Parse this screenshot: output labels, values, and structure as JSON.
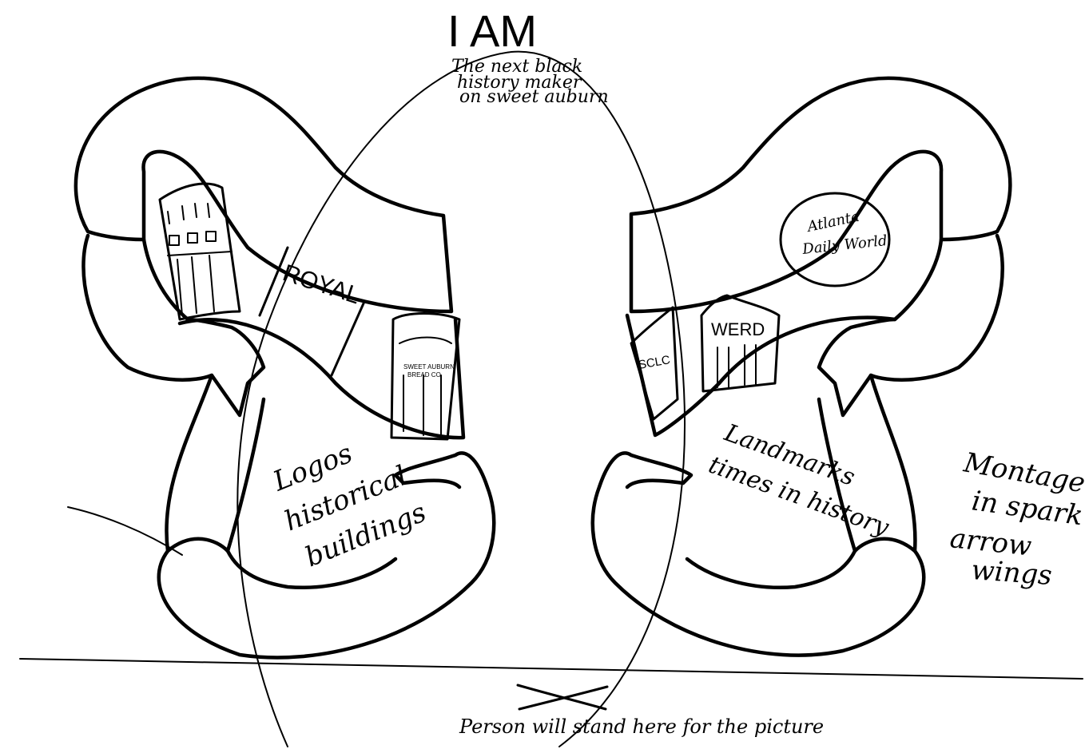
{
  "headline": "I AM",
  "subhead": [
    "The next black",
    "history maker",
    "on sweet auburn"
  ],
  "left_wing": {
    "banner": "ROYAL",
    "storefront_sign": [
      "SWEET AUBURN",
      "BREAD CO"
    ],
    "caption": [
      "Logos",
      "historical",
      "buildings"
    ]
  },
  "right_wing": {
    "oval_label": [
      "Atlanta",
      "Daily World"
    ],
    "sign_small": "SCLC",
    "sign_werd": "WERD",
    "caption": [
      "Landmarks",
      "times in history"
    ]
  },
  "side_note": [
    "Montage",
    "in spark",
    "arrow",
    "wings"
  ],
  "standing_note": "Person will stand here for the picture"
}
